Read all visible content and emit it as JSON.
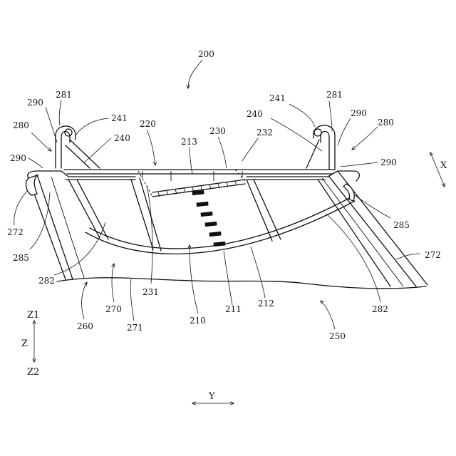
{
  "labels": {
    "l200": "200",
    "l290a": "290",
    "l281a": "281",
    "l280a": "280",
    "l290b": "290",
    "l241a": "241",
    "l240a": "240",
    "l220": "220",
    "l213": "213",
    "l230": "230",
    "l232": "232",
    "l241b": "241",
    "l281b": "281",
    "l240b": "240",
    "l290c": "290",
    "l280b": "280",
    "l290d": "290",
    "l272a": "272",
    "l285a": "285",
    "l282a": "282",
    "l231": "231",
    "l210": "210",
    "l211": "211",
    "l212": "212",
    "l285b": "285",
    "l272b": "272",
    "l282b": "282",
    "l260": "260",
    "l270": "270",
    "l271": "271",
    "l250": "250"
  },
  "axes": {
    "x": "X",
    "y": "Y",
    "z": "Z",
    "z1": "Z1",
    "z2": "Z2"
  },
  "colors": {
    "ink": "#111111",
    "paper": "#ffffff"
  }
}
